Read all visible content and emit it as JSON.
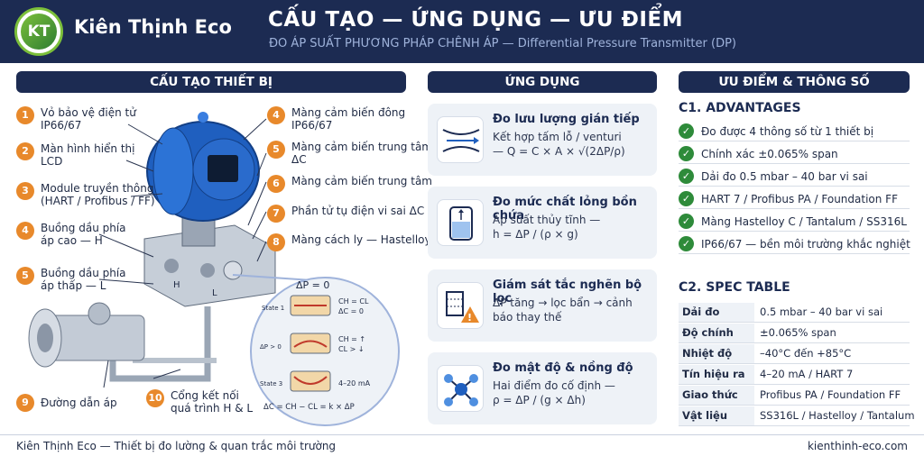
{
  "header": {
    "logo_text": "KT",
    "brand": "Kiên Thịnh Eco",
    "title": "CẤU TẠO — ỨNG DỤNG — ƯU ĐIỂM",
    "subtitle": "ĐO ÁP SUẤT PHƯƠNG PHÁP CHÊNH ÁP — Differential Pressure Transmitter (DP)"
  },
  "sections": {
    "structure": "CẤU TẠO THIẾT BỊ",
    "applications": "ỨNG DỤNG",
    "advantages": "ƯU ĐIỂM & THÔNG SỐ"
  },
  "parts": [
    {
      "num": "1",
      "lines": [
        "Vỏ bảo vệ điện tử",
        "IP66/67"
      ]
    },
    {
      "num": "2",
      "lines": [
        "Màn hình hiển thị",
        "LCD"
      ]
    },
    {
      "num": "3",
      "lines": [
        "Module truyền thông",
        "(HART / Profibus / FF)"
      ]
    },
    {
      "num": "4",
      "lines": [
        "Buồng dầu phía",
        "áp cao — H"
      ]
    },
    {
      "num": "5",
      "lines": [
        "Buồng dầu phía",
        "áp thấp — L"
      ]
    },
    {
      "num": "4",
      "lines": [
        "Màng cảm biến đông",
        "IP66/67"
      ]
    },
    {
      "num": "5",
      "lines": [
        "Màng cảm biến trung tâm",
        "ΔC"
      ]
    },
    {
      "num": "6",
      "lines": [
        "Màng cảm biến trung tâm"
      ]
    },
    {
      "num": "7",
      "lines": [
        "Phần tử tụ điện vi sai ΔC"
      ]
    },
    {
      "num": "8",
      "lines": [
        "Màng cách ly — Hastelloy"
      ]
    },
    {
      "num": "9",
      "lines": [
        "Đường dẫn áp"
      ]
    },
    {
      "num": "10",
      "lines": [
        "Cổng kết nối",
        "quá trình H & L"
      ]
    }
  ],
  "diagram": {
    "dp_zero": "ΔP = 0",
    "state1": "State 1",
    "state1_text": [
      "CH = CL",
      "ΔC = 0"
    ],
    "state2": "ΔP > 0",
    "state2_text": [
      "CH = ↑",
      "CL > ↓"
    ],
    "state3": "State 3",
    "state3_text": "4–20 mA",
    "formula": "ΔC = CH − CL = k × ΔP",
    "port_h": "H",
    "port_l": "L"
  },
  "applications": [
    {
      "icon": "venturi-flow-icon",
      "title": "Đo lưu lượng gián tiếp",
      "lines": [
        "Kết hợp tấm lỗ / venturi",
        "— Q = C × A × √(2ΔP/ρ)"
      ]
    },
    {
      "icon": "tank-level-icon",
      "title": "Đo mức chất lỏng bồn chứa",
      "lines": [
        "Áp suất thủy tĩnh —",
        "h = ΔP / (ρ × g)"
      ]
    },
    {
      "icon": "filter-warning-icon",
      "title": "Giám sát tắc nghẽn bộ lọc",
      "lines": [
        "ΔP tăng → lọc bẩn → cảnh",
        "báo thay thế"
      ]
    },
    {
      "icon": "molecule-density-icon",
      "title": "Đo mật độ & nồng độ",
      "lines": [
        "Hai điểm đo cố định —",
        "ρ = ΔP / (g × Δh)"
      ]
    }
  ],
  "advantages": {
    "title": "C1. ADVANTAGES",
    "items": [
      "Đo được 4 thông số từ 1 thiết bị",
      "Chính xác ±0.065% span",
      "Dải đo 0.5 mbar – 40 bar vi sai",
      "HART 7 / Profibus PA / Foundation FF",
      "Màng Hastelloy C / Tantalum / SS316L",
      "IP66/67 — bền môi trường khắc nghiệt"
    ]
  },
  "spec": {
    "title": "C2. SPEC TABLE",
    "rows": [
      {
        "key": "Dải đo",
        "value": "0.5 mbar – 40 bar vi sai"
      },
      {
        "key": "Độ chính xác",
        "value": "±0.065% span"
      },
      {
        "key": "Nhiệt độ",
        "value": "–40°C đến +85°C"
      },
      {
        "key": "Tín hiệu ra",
        "value": "4–20 mA / HART 7"
      },
      {
        "key": "Giao thức",
        "value": "Profibus PA / Foundation FF"
      },
      {
        "key": "Vật liệu",
        "value": "SS316L / Hastelloy / Tantalum"
      }
    ]
  },
  "footer": {
    "left": "Kiên Thịnh Eco — Thiết bị đo lường & quan trắc môi trường",
    "right": "kienthinh-eco.com"
  },
  "colors": {
    "navy": "#1c2b52",
    "badge_orange": "#e8892b",
    "check_green": "#2e8b3a",
    "device_blue": "#1f5fbf",
    "panel_bg": "#eef2f7"
  }
}
